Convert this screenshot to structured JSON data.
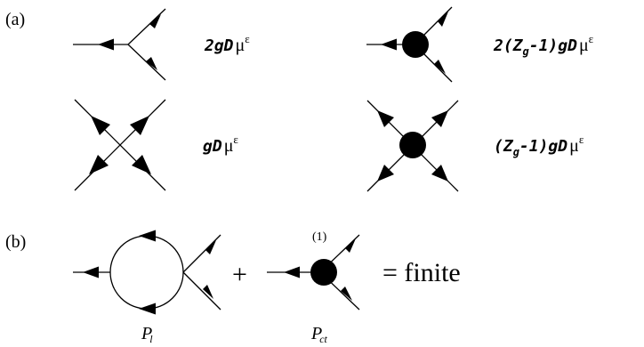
{
  "panel_a": {
    "label": "(a)",
    "rules": [
      {
        "main": "2gD",
        "exp": "ε",
        "mu": "μ"
      },
      {
        "main": "gD",
        "exp": "ε",
        "mu": "μ"
      }
    ],
    "counterterms": [
      {
        "pre": "2(Z",
        "sub": "g",
        "post": "-1)gD",
        "exp": "ε",
        "mu": "μ"
      },
      {
        "pre": "(Z",
        "sub": "g",
        "post": "-1)gD",
        "exp": "ε",
        "mu": "μ"
      }
    ]
  },
  "panel_b": {
    "label": "(b)",
    "plus": "+",
    "equals": "= finite",
    "order_label": "(1)",
    "label_loop": {
      "main": "P",
      "sub": "l"
    },
    "label_ct": {
      "main": "P",
      "sub": "ct"
    }
  }
}
